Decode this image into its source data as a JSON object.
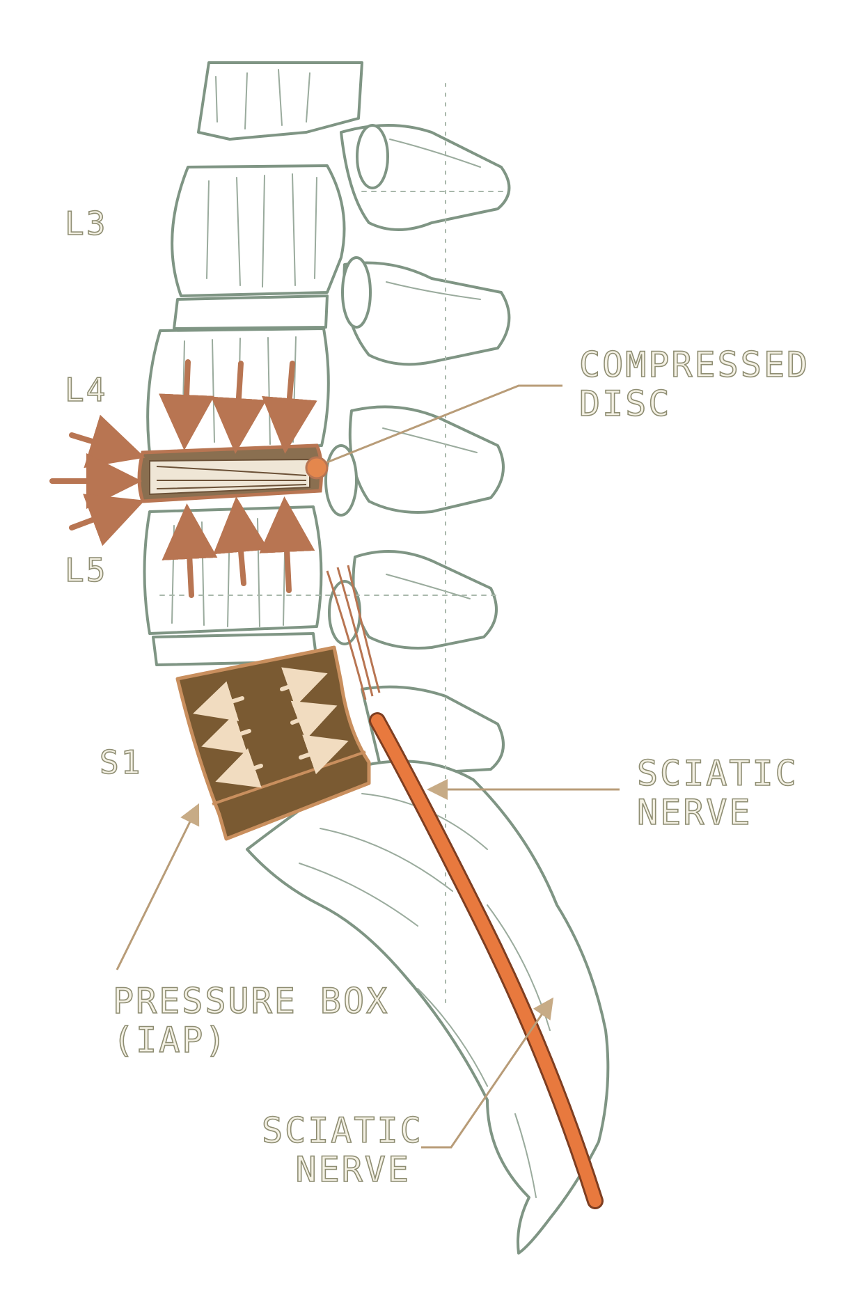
{
  "levels": {
    "l3": "L3",
    "l4": "L4",
    "l5": "L5",
    "s1": "S1"
  },
  "callouts": {
    "compressed_disc": [
      "COMPRESSED",
      "DISC"
    ],
    "sciatic_nerve_upper": [
      "SCIATIC",
      "NERVE"
    ],
    "pressure_box": [
      "PRESSURE BOX",
      "(IAP)"
    ],
    "sciatic_nerve_lower": [
      "SCIATIC",
      "NERVE"
    ]
  },
  "colors": {
    "bone_outline": "#7f9584",
    "bone_hatch": "#9aab9d",
    "arrow": "#b87552",
    "pressure_box_fill": "#7a5a32",
    "pressure_box_edge": "#c98f5e",
    "pressure_arrow": "#f1dcc0",
    "nerve": "#e8793e",
    "leader_line": "#b89c78",
    "label_fill": "#f4f1e4",
    "label_stroke": "#8e8d72"
  }
}
